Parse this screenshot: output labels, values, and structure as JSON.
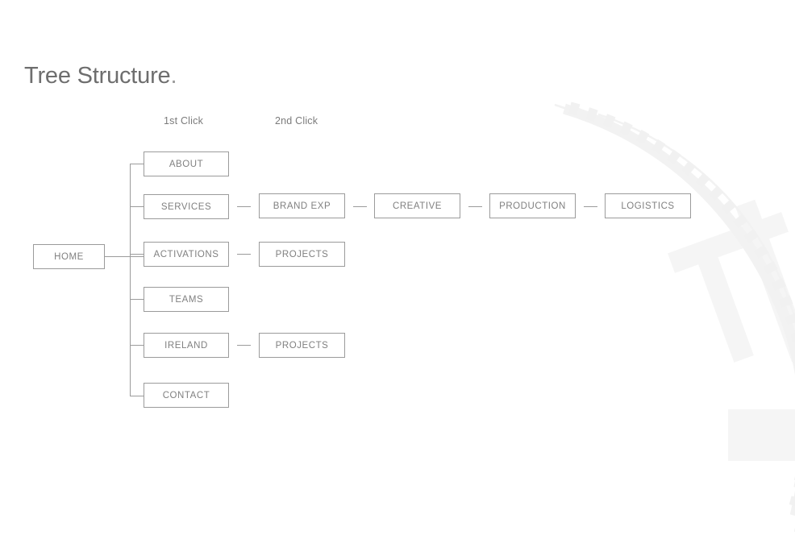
{
  "page": {
    "title": "Tree Structure",
    "title_dot": ".",
    "background_color": "#ffffff",
    "text_color": "#808080",
    "border_color": "#9b9b9b",
    "title_color": "#6e6e6e",
    "watermark_color": "#f4f4f4"
  },
  "columns": [
    {
      "label": "1st Click"
    },
    {
      "label": "2nd Click"
    }
  ],
  "root": {
    "label": "HOME"
  },
  "tree": [
    {
      "label": "ABOUT",
      "children": []
    },
    {
      "label": "SERVICES",
      "children": [
        {
          "label": "BRAND EXP"
        },
        {
          "label": "CREATIVE"
        },
        {
          "label": "PRODUCTION"
        },
        {
          "label": "LOGISTICS"
        }
      ]
    },
    {
      "label": "ACTIVATIONS",
      "children": [
        {
          "label": "PROJECTS"
        }
      ]
    },
    {
      "label": "TEAMS",
      "children": []
    },
    {
      "label": "IRELAND",
      "children": [
        {
          "label": "PROJECTS"
        }
      ]
    },
    {
      "label": "CONTACT",
      "children": []
    }
  ]
}
